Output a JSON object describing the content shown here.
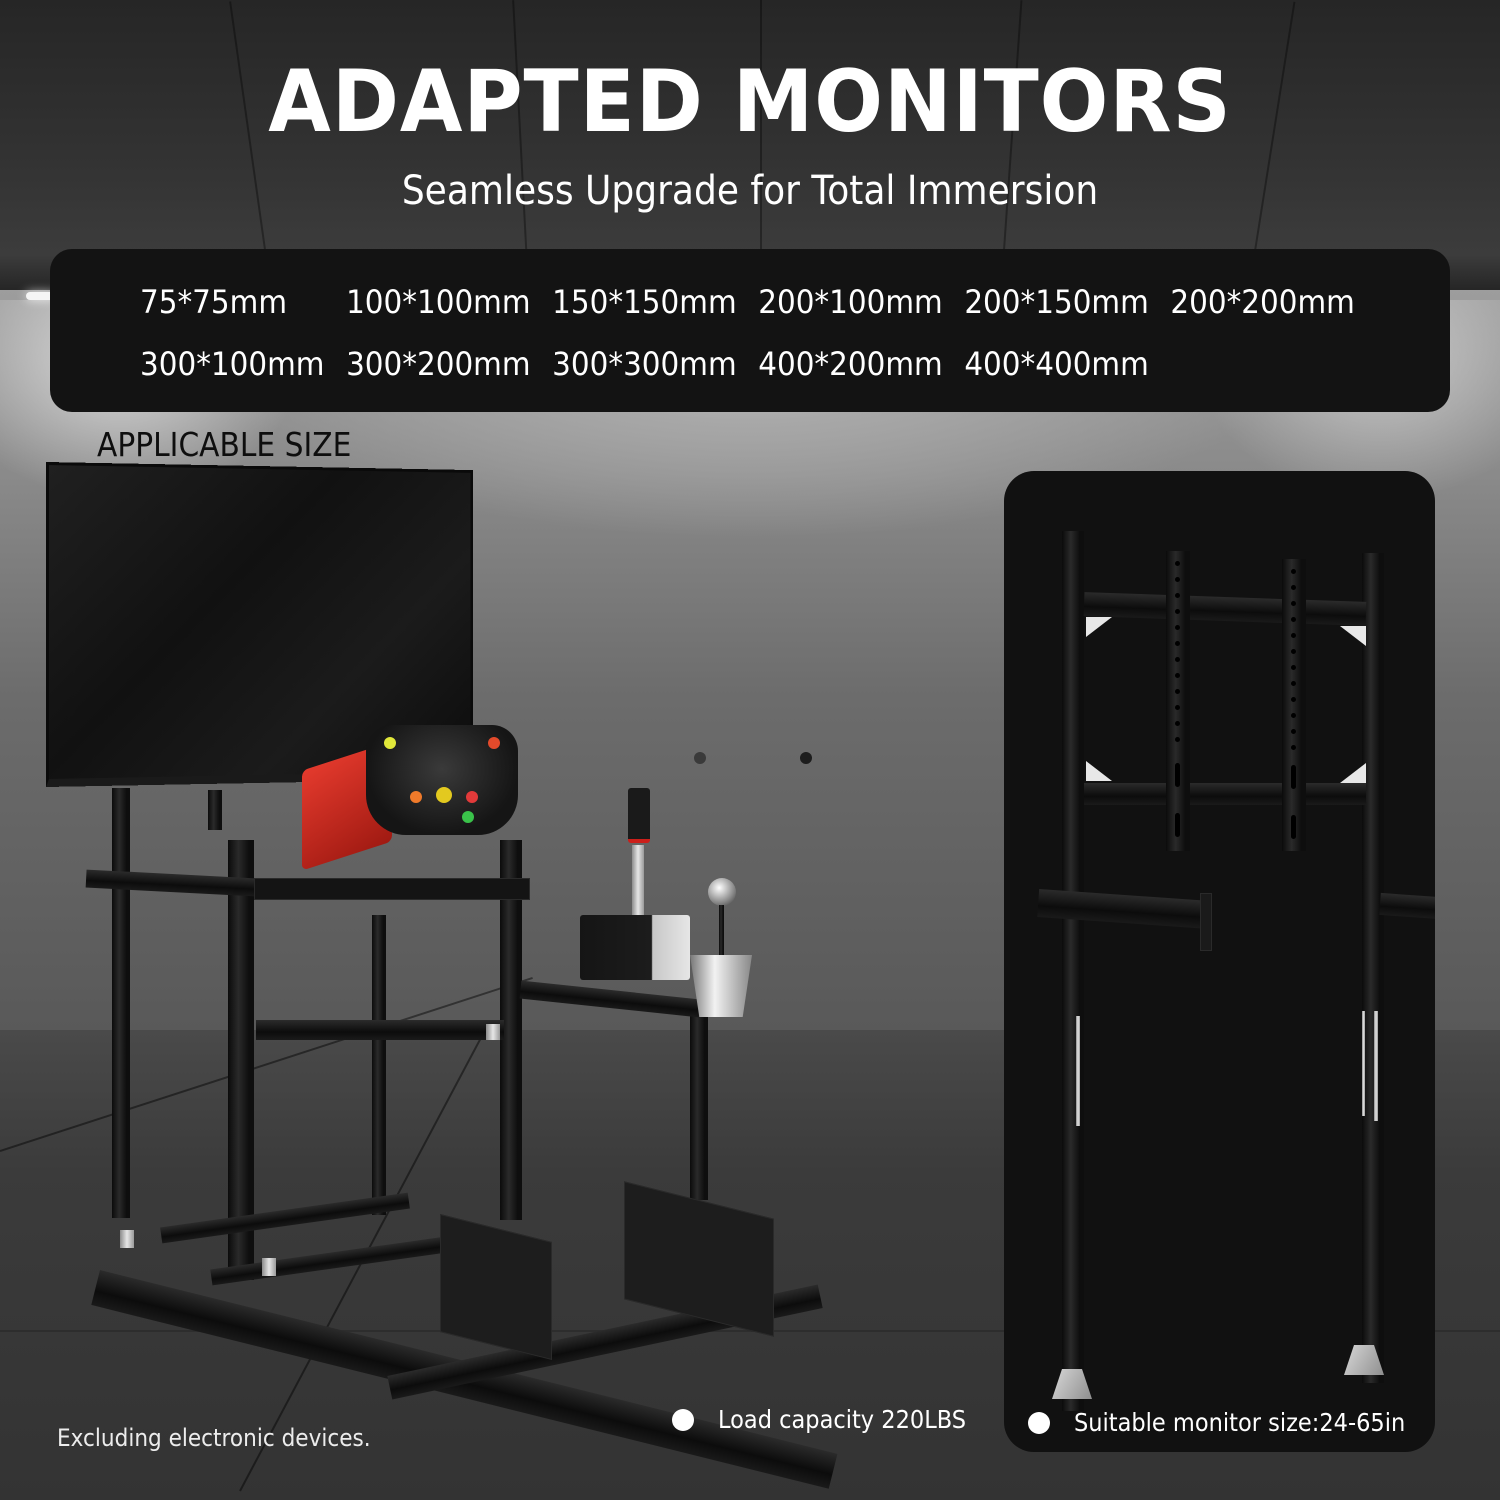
{
  "header": {
    "title": "ADAPTED MONITORS",
    "subtitle": "Seamless Upgrade for Total Immersion"
  },
  "sizes": {
    "label": "APPLICABLE SIZE",
    "row1": [
      "75*75mm",
      "100*100mm",
      "150*150mm",
      "200*100mm",
      "200*150mm",
      "200*200mm"
    ],
    "row2": [
      "300*100mm",
      "300*200mm",
      "300*300mm",
      "400*200mm",
      "400*400mm"
    ]
  },
  "images": {
    "left": {
      "icon": "sim-racing-rig-with-monitor-image"
    },
    "right": {
      "icon": "monitor-stand-image"
    }
  },
  "specs": [
    {
      "icon": "bullet-dot-icon",
      "text": "Load capacity 220LBS"
    },
    {
      "icon": "bullet-dot-icon",
      "text": "Suitable monitor size:24-65in"
    }
  ],
  "footer": {
    "note": "Excluding electronic devices."
  },
  "colors": {
    "panel": "#131313",
    "text_light": "#ffffff",
    "text_dark": "#0e0e0e",
    "accent_red": "#cc1f1a"
  }
}
